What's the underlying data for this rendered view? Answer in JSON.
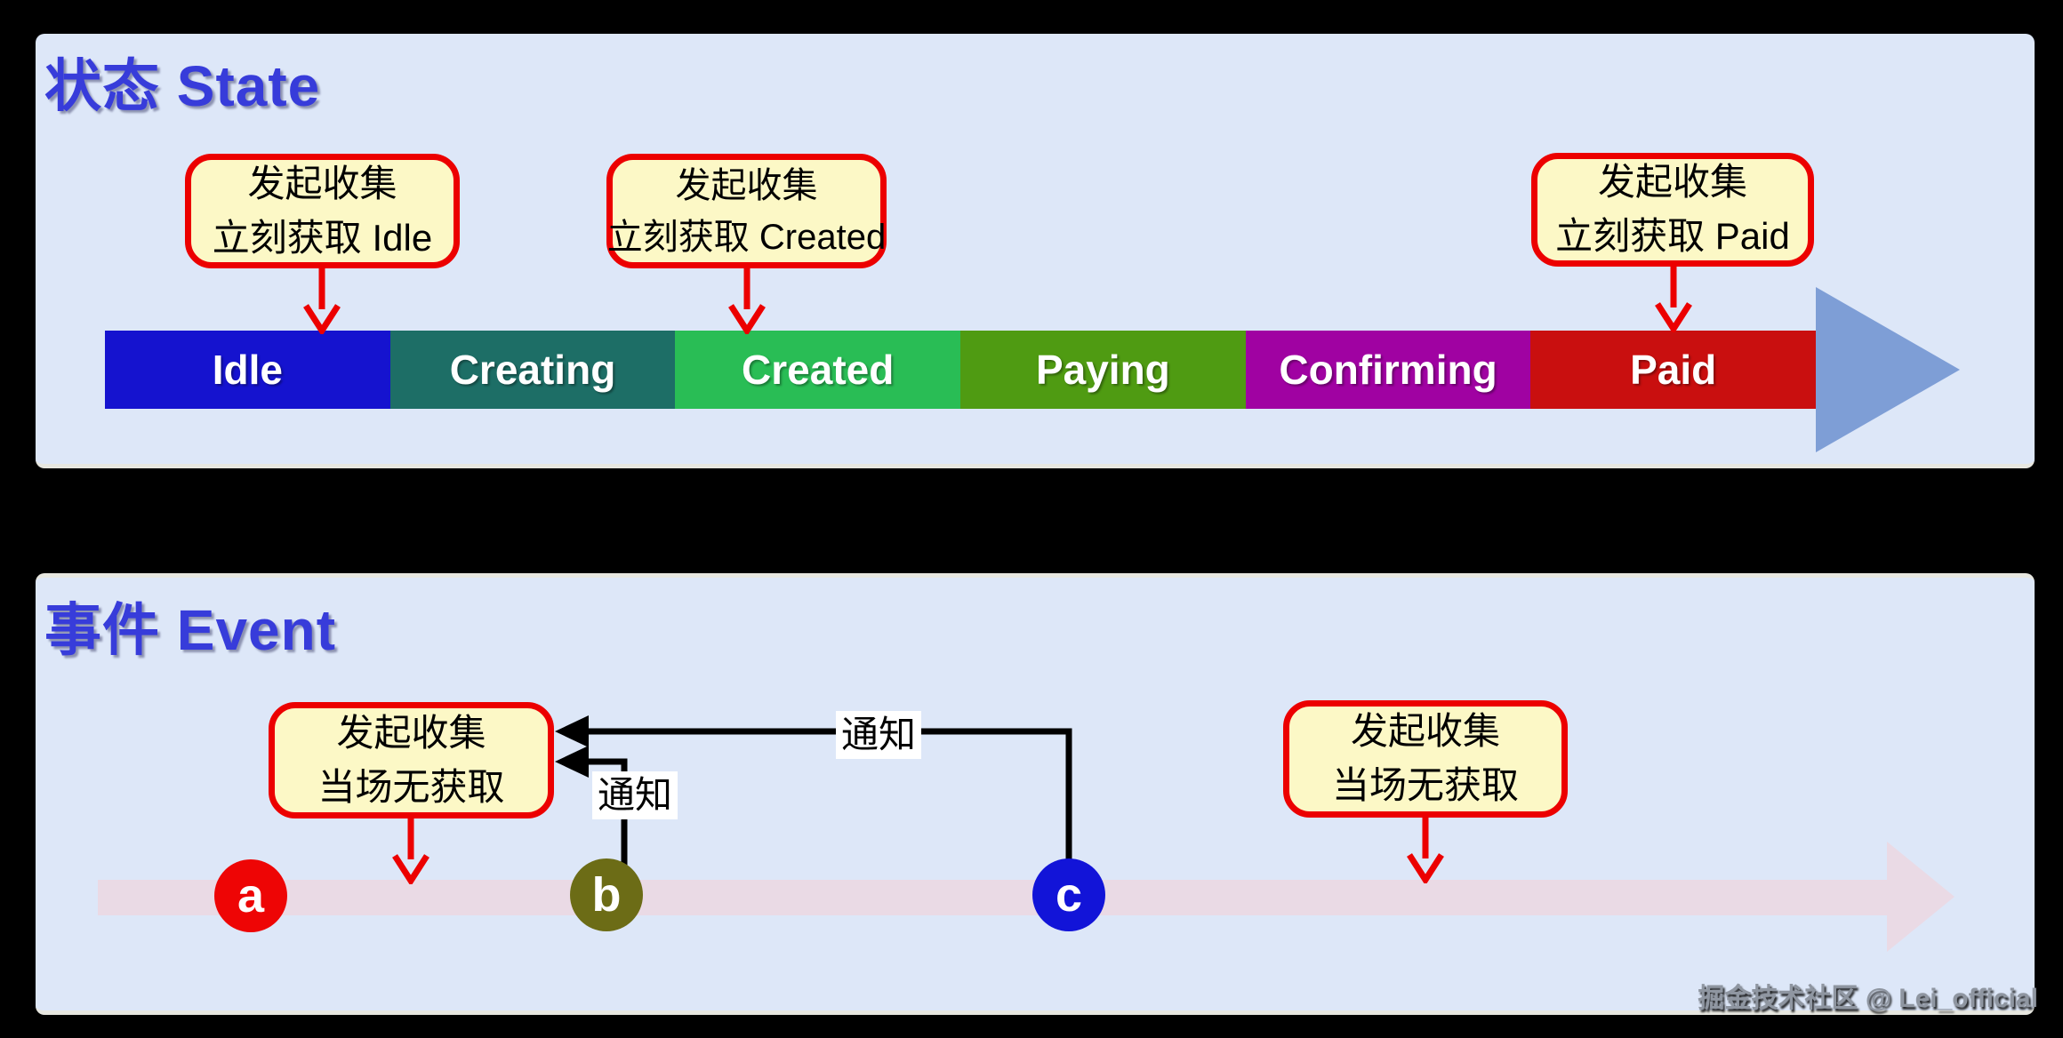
{
  "state_panel": {
    "title": "状态 State",
    "callouts": [
      {
        "line1": "发起收集",
        "line2": "立刻获取 Idle"
      },
      {
        "line1": "发起收集",
        "line2": "立刻获取 Created"
      },
      {
        "line1": "发起收集",
        "line2": "立刻获取 Paid"
      }
    ],
    "states": [
      {
        "label": "Idle",
        "color": "#1513cf"
      },
      {
        "label": "Creating",
        "color": "#1d6e66"
      },
      {
        "label": "Created",
        "color": "#29bd55"
      },
      {
        "label": "Paying",
        "color": "#4f9b12"
      },
      {
        "label": "Confirming",
        "color": "#a002a2"
      },
      {
        "label": "Paid",
        "color": "#c90f0f"
      }
    ],
    "arrow_color": "#7e9ed6"
  },
  "event_panel": {
    "title": "事件 Event",
    "callouts": [
      {
        "line1": "发起收集",
        "line2": "当场无获取"
      },
      {
        "line1": "发起收集",
        "line2": "当场无获取"
      }
    ],
    "points": [
      {
        "label": "a",
        "color": "#ee0505"
      },
      {
        "label": "b",
        "color": "#6c6c16"
      },
      {
        "label": "c",
        "color": "#1214d8"
      }
    ],
    "notify_label_long": "通知",
    "notify_label_short": "通知",
    "timeline_color": "#eadae5"
  },
  "colors": {
    "page_bg": "#000000",
    "panel_bg": "#dde7f8",
    "panel_edge": "#e7e7e0",
    "title_blue": "#373cda",
    "callout_bg": "#fcf8c6",
    "callout_border": "#ec0000",
    "arrow_red": "#ec0000",
    "notify_black": "#000000"
  },
  "watermark": "掘金技术社区 @ Lei_official"
}
